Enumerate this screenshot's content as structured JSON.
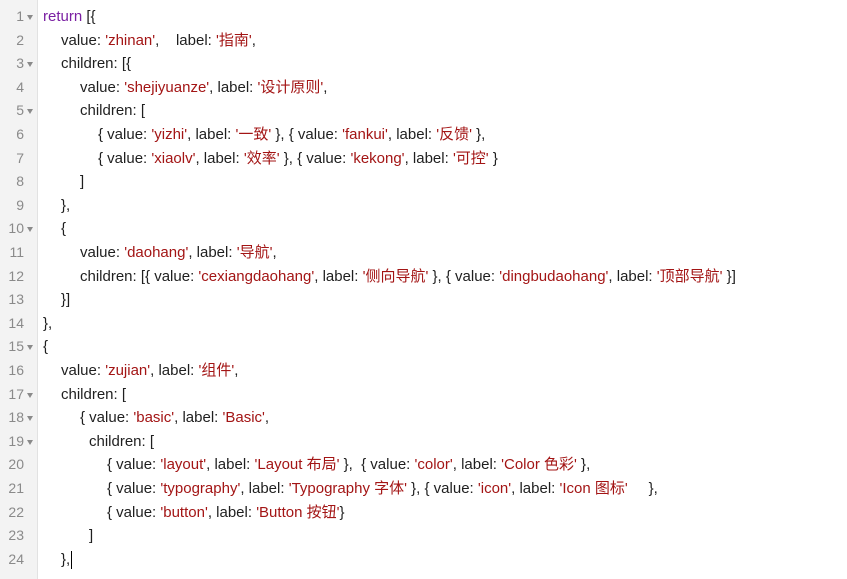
{
  "editor": {
    "lines": [
      {
        "n": "1",
        "fold": true,
        "indent": 0,
        "tokens": [
          [
            "kw",
            "return"
          ],
          [
            "plain",
            " [{"
          ]
        ]
      },
      {
        "n": "2",
        "fold": false,
        "indent": 18,
        "tokens": [
          [
            "plain",
            "value: "
          ],
          [
            "str",
            "'zhinan'"
          ],
          [
            "plain",
            ",    label: "
          ],
          [
            "str",
            "'指南'"
          ],
          [
            "plain",
            ","
          ]
        ]
      },
      {
        "n": "3",
        "fold": true,
        "indent": 18,
        "tokens": [
          [
            "plain",
            "children: [{"
          ]
        ]
      },
      {
        "n": "4",
        "fold": false,
        "indent": 37,
        "tokens": [
          [
            "plain",
            "value: "
          ],
          [
            "str",
            "'shejiyuanze'"
          ],
          [
            "plain",
            ", label: "
          ],
          [
            "str",
            "'设计原则'"
          ],
          [
            "plain",
            ","
          ]
        ]
      },
      {
        "n": "5",
        "fold": true,
        "indent": 37,
        "tokens": [
          [
            "plain",
            "children: ["
          ]
        ]
      },
      {
        "n": "6",
        "fold": false,
        "indent": 55,
        "tokens": [
          [
            "plain",
            "{ value: "
          ],
          [
            "str",
            "'yizhi'"
          ],
          [
            "plain",
            ", label: "
          ],
          [
            "str",
            "'一致'"
          ],
          [
            "plain",
            " }, { value: "
          ],
          [
            "str",
            "'fankui'"
          ],
          [
            "plain",
            ", label: "
          ],
          [
            "str",
            "'反馈'"
          ],
          [
            "plain",
            " },"
          ]
        ]
      },
      {
        "n": "7",
        "fold": false,
        "indent": 55,
        "tokens": [
          [
            "plain",
            "{ value: "
          ],
          [
            "str",
            "'xiaolv'"
          ],
          [
            "plain",
            ", label: "
          ],
          [
            "str",
            "'效率'"
          ],
          [
            "plain",
            " }, { value: "
          ],
          [
            "str",
            "'kekong'"
          ],
          [
            "plain",
            ", label: "
          ],
          [
            "str",
            "'可控'"
          ],
          [
            "plain",
            " }"
          ]
        ]
      },
      {
        "n": "8",
        "fold": false,
        "indent": 37,
        "tokens": [
          [
            "plain",
            "]"
          ]
        ]
      },
      {
        "n": "9",
        "fold": false,
        "indent": 18,
        "tokens": [
          [
            "plain",
            "},"
          ]
        ]
      },
      {
        "n": "10",
        "fold": true,
        "indent": 18,
        "tokens": [
          [
            "plain",
            "{"
          ]
        ]
      },
      {
        "n": "11",
        "fold": false,
        "indent": 37,
        "tokens": [
          [
            "plain",
            "value: "
          ],
          [
            "str",
            "'daohang'"
          ],
          [
            "plain",
            ", label: "
          ],
          [
            "str",
            "'导航'"
          ],
          [
            "plain",
            ","
          ]
        ]
      },
      {
        "n": "12",
        "fold": false,
        "indent": 37,
        "tokens": [
          [
            "plain",
            "children: [{ value: "
          ],
          [
            "str",
            "'cexiangdaohang'"
          ],
          [
            "plain",
            ", label: "
          ],
          [
            "str",
            "'侧向导航'"
          ],
          [
            "plain",
            " }, { value: "
          ],
          [
            "str",
            "'dingbudaohang'"
          ],
          [
            "plain",
            ", label: "
          ],
          [
            "str",
            "'顶部导航'"
          ],
          [
            "plain",
            " }]"
          ]
        ]
      },
      {
        "n": "13",
        "fold": false,
        "indent": 18,
        "tokens": [
          [
            "plain",
            "}]"
          ]
        ]
      },
      {
        "n": "14",
        "fold": false,
        "indent": 0,
        "tokens": [
          [
            "plain",
            "},"
          ]
        ]
      },
      {
        "n": "15",
        "fold": true,
        "indent": 0,
        "tokens": [
          [
            "plain",
            "{"
          ]
        ]
      },
      {
        "n": "16",
        "fold": false,
        "indent": 18,
        "tokens": [
          [
            "plain",
            "value: "
          ],
          [
            "str",
            "'zujian'"
          ],
          [
            "plain",
            ", label: "
          ],
          [
            "str",
            "'组件'"
          ],
          [
            "plain",
            ","
          ]
        ]
      },
      {
        "n": "17",
        "fold": true,
        "indent": 18,
        "tokens": [
          [
            "plain",
            "children: ["
          ]
        ]
      },
      {
        "n": "18",
        "fold": true,
        "indent": 37,
        "tokens": [
          [
            "plain",
            "{ value: "
          ],
          [
            "str",
            "'basic'"
          ],
          [
            "plain",
            ", label: "
          ],
          [
            "str",
            "'Basic'"
          ],
          [
            "plain",
            ","
          ]
        ]
      },
      {
        "n": "19",
        "fold": true,
        "indent": 46,
        "tokens": [
          [
            "plain",
            "children: ["
          ]
        ]
      },
      {
        "n": "20",
        "fold": false,
        "indent": 64,
        "tokens": [
          [
            "plain",
            "{ value: "
          ],
          [
            "str",
            "'layout'"
          ],
          [
            "plain",
            ", label: "
          ],
          [
            "str",
            "'Layout 布局'"
          ],
          [
            "plain",
            " },  { value: "
          ],
          [
            "str",
            "'color'"
          ],
          [
            "plain",
            ", label: "
          ],
          [
            "str",
            "'Color 色彩'"
          ],
          [
            "plain",
            " },"
          ]
        ]
      },
      {
        "n": "21",
        "fold": false,
        "indent": 64,
        "tokens": [
          [
            "plain",
            "{ value: "
          ],
          [
            "str",
            "'typography'"
          ],
          [
            "plain",
            ", label: "
          ],
          [
            "str",
            "'Typography 字体'"
          ],
          [
            "plain",
            " }, { value: "
          ],
          [
            "str",
            "'icon'"
          ],
          [
            "plain",
            ", label: "
          ],
          [
            "str",
            "'Icon 图标'"
          ],
          [
            "plain",
            "     },"
          ]
        ]
      },
      {
        "n": "22",
        "fold": false,
        "indent": 64,
        "tokens": [
          [
            "plain",
            "{ value: "
          ],
          [
            "str",
            "'button'"
          ],
          [
            "plain",
            ", label: "
          ],
          [
            "str",
            "'Button 按钮'"
          ],
          [
            "plain",
            "}"
          ]
        ]
      },
      {
        "n": "23",
        "fold": false,
        "indent": 46,
        "tokens": [
          [
            "plain",
            "]"
          ]
        ]
      },
      {
        "n": "24",
        "fold": false,
        "indent": 18,
        "tokens": [
          [
            "plain",
            "},"
          ]
        ],
        "cursor": true
      }
    ]
  },
  "colors": {
    "keyword": "#7a1fa2",
    "string": "#a31515",
    "text": "#1f1f1f",
    "line_number": "#8a8a8a",
    "gutter_bg": "#f3f3f3"
  }
}
